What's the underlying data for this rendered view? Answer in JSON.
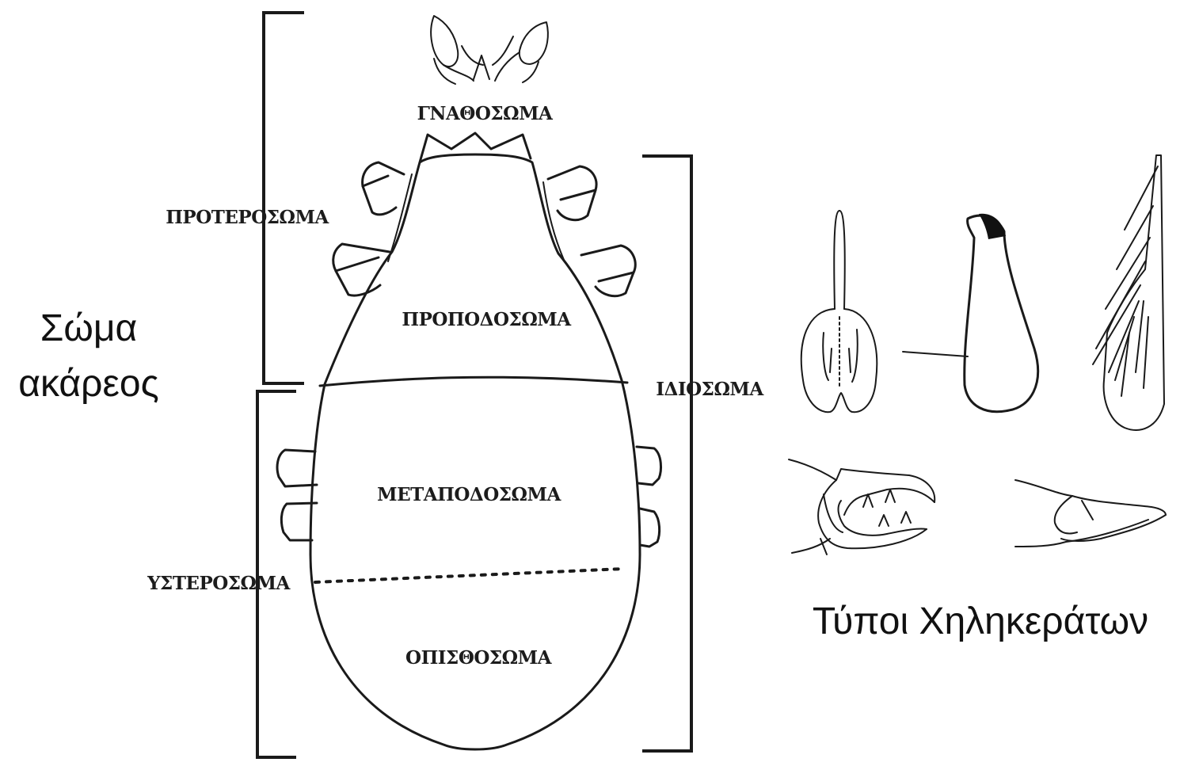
{
  "caption_body": {
    "line1": "Σώμα",
    "line2": "ακάρεος"
  },
  "caption_chelicerae": "Τύποι Χηληκεράτων",
  "regions": {
    "gnathosoma": "ΓΝΑΘΟΣΩΜΑ",
    "proterosoma": "ΠΡΟΤΕΡΟΣΩΜΑ",
    "propodosoma": "ΠΡΟΠΟΔΟΣΩΜΑ",
    "idiosoma": "ΙΔΙΟΣΩΜΑ",
    "metapodosoma": "ΜΕΤΑΠΟΔΟΣΩΜΑ",
    "hysterosoma": "ΥΣΤΕΡΟΣΩΜΑ",
    "opisthosoma": "ΟΠΙΣΘΟΣΩΜΑ"
  }
}
